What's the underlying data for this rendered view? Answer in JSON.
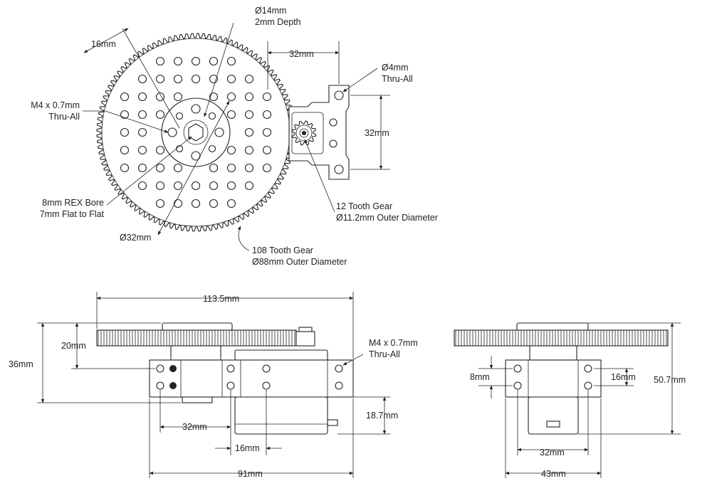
{
  "top_view": {
    "hole_14": [
      "Ø14mm",
      "2mm Depth"
    ],
    "spacing_16": "16mm",
    "m4_thru": [
      "M4 x 0.7mm",
      "Thru-All"
    ],
    "rex_bore": [
      "8mm REX Bore",
      "7mm Flat to Flat"
    ],
    "pattern_32": "Ø32mm",
    "gear_108": [
      "108 Tooth Gear",
      "Ø88mm Outer Diameter"
    ],
    "horiz_32": "32mm",
    "hole_4": [
      "Ø4mm",
      "Thru-All"
    ],
    "vert_32": "32mm",
    "gear_12": [
      "12 Tooth Gear",
      "Ø11.2mm Outer Diameter"
    ]
  },
  "front_view": {
    "width_113": "113.5mm",
    "height_36": "36mm",
    "height_20": "20mm",
    "m4_thru": [
      "M4 x 0.7mm",
      "Thru-All"
    ],
    "height_18": "18.7mm",
    "spacing_32": "32mm",
    "spacing_16": "16mm",
    "width_91": "91mm"
  },
  "side_view": {
    "spacing_8": "8mm",
    "spacing_16": "16mm",
    "height_50": "50.7mm",
    "spacing_32": "32mm",
    "width_43": "43mm"
  },
  "colors": {
    "line": "#222222",
    "background": "#ffffff"
  }
}
